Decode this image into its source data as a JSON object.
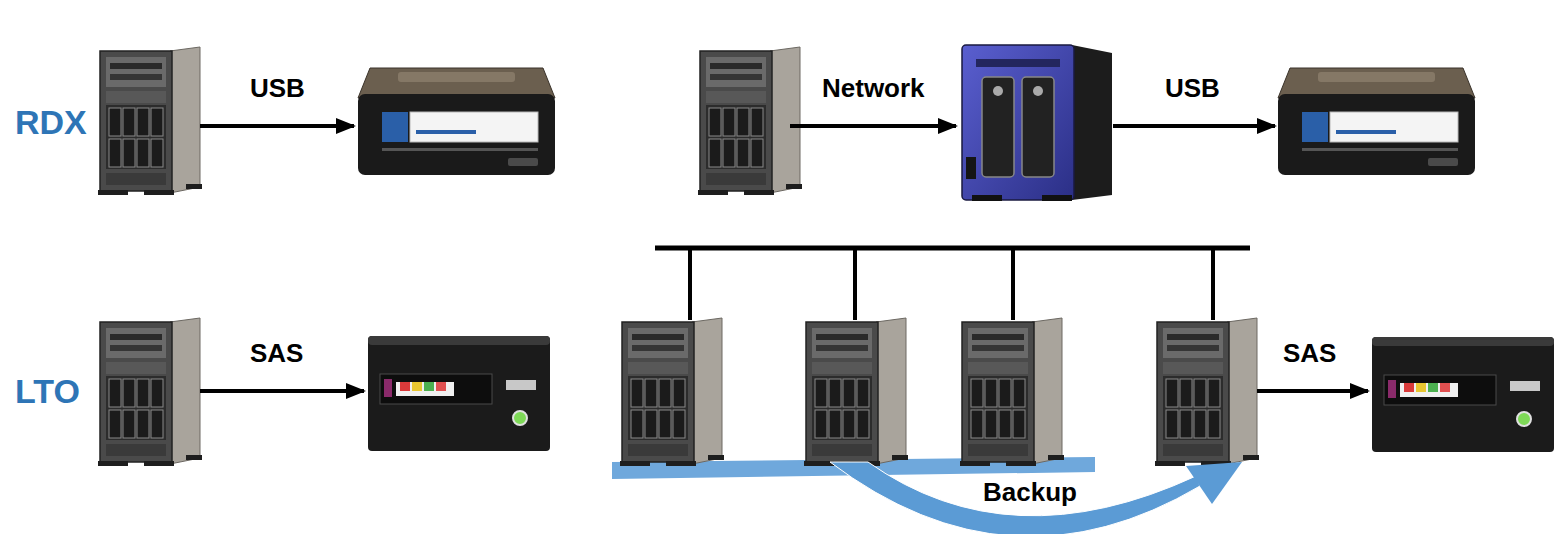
{
  "diagram": {
    "labels": [
      "RDX",
      "USB",
      "Network",
      "USB",
      "LTO",
      "SAS",
      "SAS",
      "Backup"
    ]
  }
}
